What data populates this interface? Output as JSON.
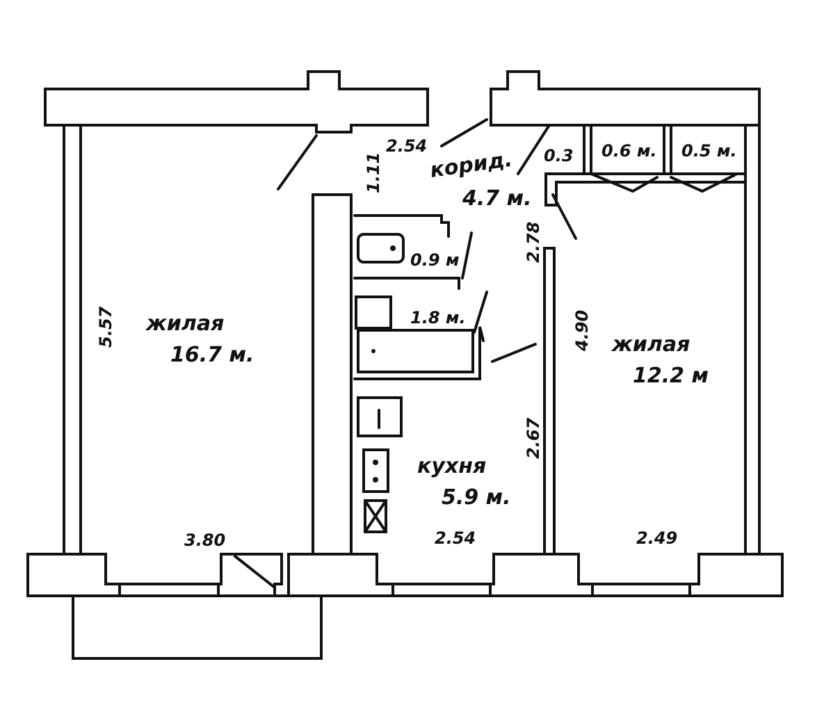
{
  "rooms": {
    "living_left": {
      "name": "жилая",
      "area": "16.7 м."
    },
    "corridor": {
      "name": "корид.",
      "area": "4.7 м."
    },
    "living_right": {
      "name": "жилая",
      "area": "12.2 м"
    },
    "kitchen": {
      "name": "кухня",
      "area": "5.9 м."
    },
    "bath": {
      "area": "0.9 м"
    },
    "wc": {
      "area": "1.8 м."
    },
    "closet_small": {
      "area": "0.3"
    },
    "closet_1": {
      "area": "0.6 м."
    },
    "closet_2": {
      "area": "0.5 м."
    }
  },
  "dimensions": {
    "left_height": "5.57",
    "left_width": "3.80",
    "corridor_width": "2.54",
    "corridor_depth": "1.11",
    "corridor_length": "2.78",
    "right_height": "4.90",
    "kitchen_height": "2.67",
    "kitchen_width": "2.54",
    "right_width": "2.49"
  }
}
